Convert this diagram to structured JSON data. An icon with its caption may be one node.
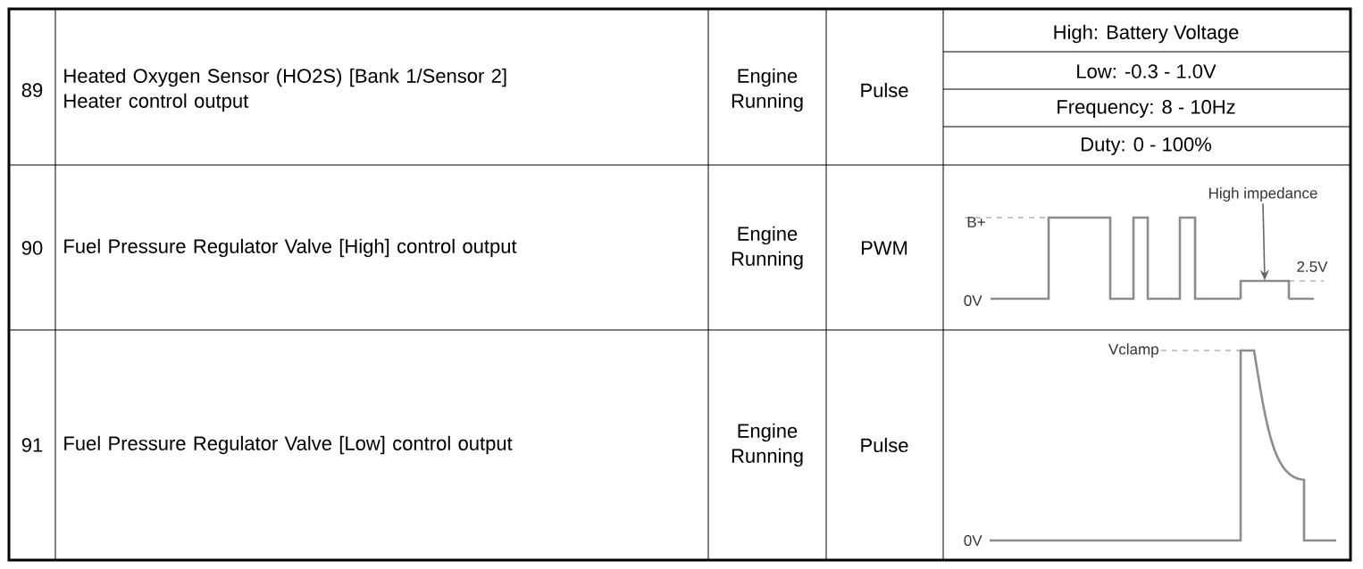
{
  "diagram": {
    "nodes": [
      {
        "text": [
          "High impedance"
        ]
      },
      {
        "text": [],
        "shape": "bar"
      }
    ],
    "edges": [
      {
        "from": 0,
        "to": 1,
        "arrow": "to"
      }
    ],
    "labels": [
      "89",
      "Heated Oxygen Sensor (HO2S) [Bank 1/Sensor 2] Heater control output",
      "Engine Running",
      "Pulse",
      "High: Battery Voltage",
      "Low: -0.3 - 1.0V",
      "Frequency: 8 - 10Hz",
      "Duty: 0 - 100%",
      "90",
      "Fuel Pressure Regulator Valve [High] control output",
      "Engine Running",
      "PWM",
      "B+",
      "2.5V",
      "0V",
      "91",
      "Fuel Pressure Regulator Valve [Low] control output",
      "Engine Running",
      "Pulse",
      "Vclamp",
      "0V"
    ]
  }
}
